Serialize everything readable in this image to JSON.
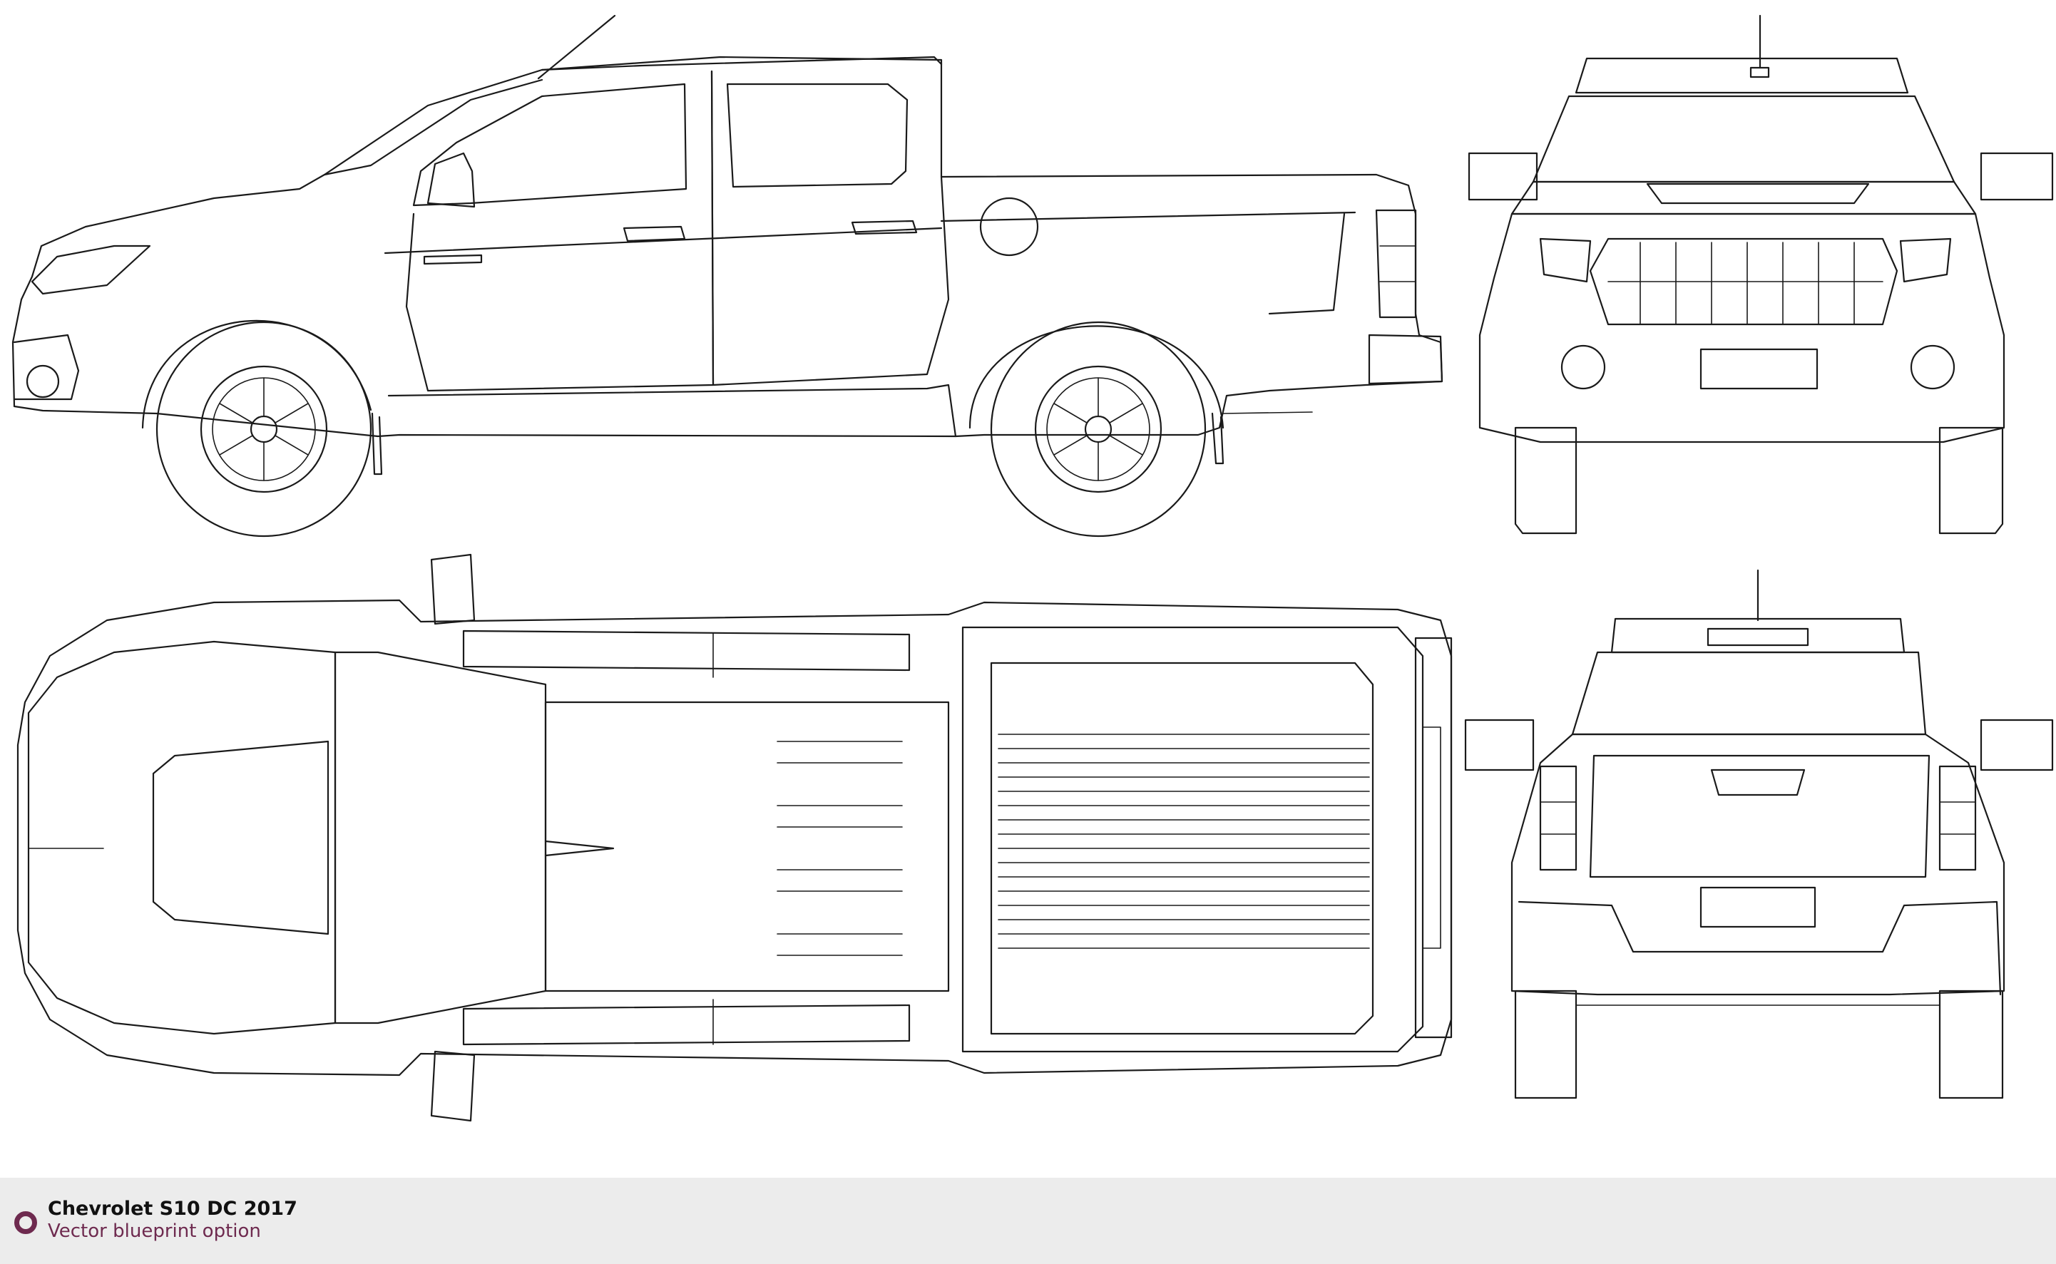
{
  "footer": {
    "title": "Chevrolet S10 DC 2017",
    "subtitle": "Vector blueprint option",
    "accent_color": "#6e2a4f",
    "background_color": "#ececec"
  },
  "drawing": {
    "line_color": "#1a1a1a",
    "views": [
      "side-view",
      "front-view",
      "top-view",
      "rear-view"
    ]
  }
}
